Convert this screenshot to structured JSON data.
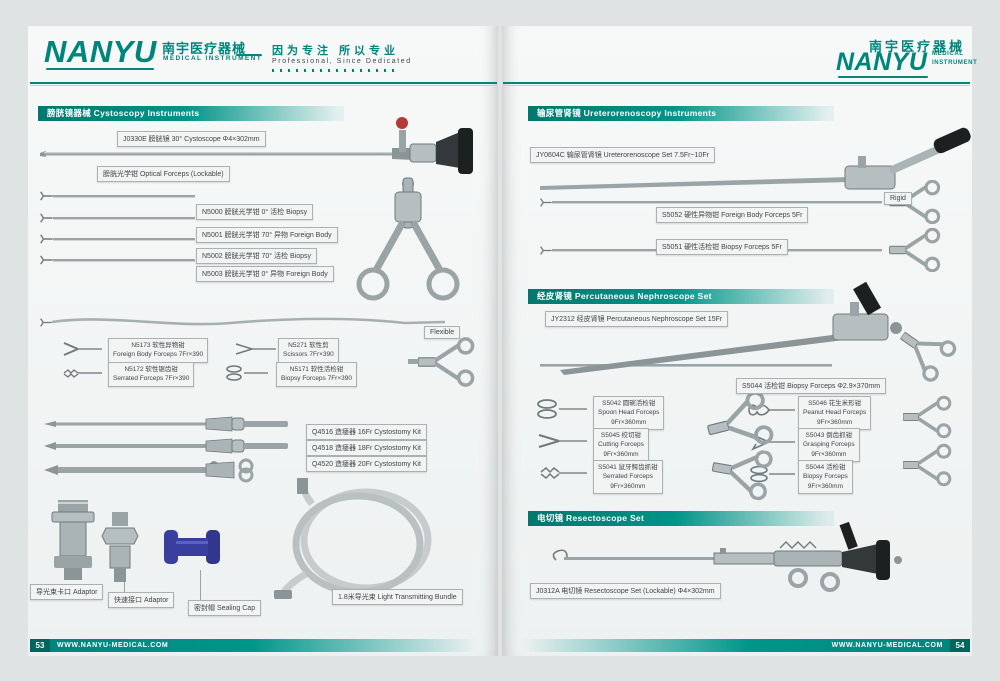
{
  "colors": {
    "accent": "#00857b",
    "accent_dark": "#00655c",
    "label_bg": "#f2f4f4"
  },
  "header": {
    "brand": "NANYU",
    "brand_cn": "南宇医疗器械",
    "brand_sub": "MEDICAL  INSTRUMENT",
    "tagline_cn": "因为专注 所以专业",
    "tagline_en": "Professional, Since Dedicated",
    "right_cn": "南宇医疗器械",
    "right_brand": "NANYU",
    "right_sub1": "MEDICAL",
    "right_sub2": "INSTRUMENT"
  },
  "left": {
    "sec1_title": "膀胱镜器械 Cystoscopy Instruments",
    "cystoscope": "J0330E 膀胱镜 30°  Cystoscope  Φ4×302mm",
    "optical": "膀胱光学钳 Optical Forceps (Lockable)",
    "optical_items": [
      "N5000 膀胱光学钳  0°  活检 Biopsy",
      "N5001 膀胱光学钳 70°  异物 Foreign Body",
      "N5002 膀胱光学钳 70°  活检 Biopsy",
      "N5003 膀胱光学钳  0°  异物 Foreign Body"
    ],
    "flexible_tag": "Flexible",
    "flex_items": [
      {
        "name": "N5173 软性异物钳",
        "spec": "Foreign Body Forceps 7Fr×390"
      },
      {
        "name": "N5271 软性剪",
        "spec": "Scissors 7Fr×390"
      },
      {
        "name": "N5172 软性锯齿钳",
        "spec": "Serrated Forceps 7Fr×390"
      },
      {
        "name": "N5171 软性活检钳",
        "spec": "Biopsy Forceps 7Fr×390"
      }
    ],
    "cystostomy_items": [
      "Q4516 造瘘器 16Fr Cystostomy Kit",
      "Q4518 造瘘器 18Fr Cystostomy Kit",
      "Q4520 造瘘器 20Fr Cystostomy Kit"
    ],
    "acc": [
      "导光束卡口 Adaptor",
      "快速接口 Adaptor",
      "密封帽 Sealing Cap",
      "1.8米导光束  Light Transmitting Bundle"
    ]
  },
  "right": {
    "sec1_title": "输尿管肾镜 Ureterorenoscopy Instruments",
    "uretero": "JY0604C 输尿管肾镜 Ureterorenoscope Set 7.5Fr~10Fr",
    "rigid_tag": "Rigid",
    "uretero_items": [
      "S5052 硬性异物钳 Foreign Body Forceps 5Fr",
      "S5051 硬性活检钳 Biopsy Forceps 5Fr"
    ],
    "sec2_title": "经皮肾镜 Percutaneous Nephroscope Set",
    "nephro": "JY2312 经皮肾镜 Percutaneous Nephroscope Set 15Fr",
    "nephro_biopsy": "S5044 活检钳 Biopsy Forceps Φ2.9×370mm",
    "nephro_left": [
      {
        "name": "S5042 圆碗活检钳",
        "en": "Spoon Head Forceps",
        "spec": "9Fr×360mm"
      },
      {
        "name": "S5045 绞切钳",
        "en": "Cutting Forceps",
        "spec": "9Fr×360mm"
      },
      {
        "name": "S5041 鼠牙鳄齿抓钳",
        "en": "Serrated Forceps",
        "spec": "9Fr×360mm"
      }
    ],
    "nephro_right": [
      {
        "name": "S5046 花生米形钳",
        "en": "Peanut Head Forceps",
        "spec": "9Fr×360mm"
      },
      {
        "name": "S5043 倒齿抓钳",
        "en": "Grasping Forceps",
        "spec": "9Fr×360mm"
      },
      {
        "name": "S5044 活检钳",
        "en": "Biopsy Forceps",
        "spec": "9Fr×360mm"
      }
    ],
    "sec3_title": "电切镜  Resectoscope Set",
    "resecto": "J0312A 电切镜 Resectoscope Set (Lockable)  Φ4×302mm"
  },
  "footer": {
    "left_no": "53",
    "right_no": "54",
    "url": "WWW.NANYU-MEDICAL.COM"
  }
}
